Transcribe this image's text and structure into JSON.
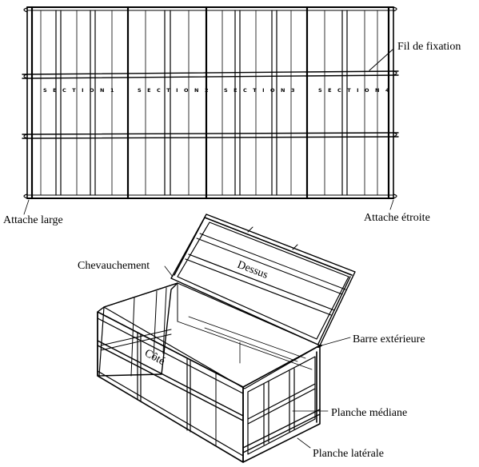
{
  "sections": [
    "S E C T I O N  1",
    "S E C T I O N  2",
    "S E C T I O N  3",
    "S E C T I O N  4"
  ],
  "labels": {
    "fil_de_fixation": "Fil de fixation",
    "attache_large": "Attache large",
    "attache_etroite": "Attache étroite",
    "chevauchement": "Chevauchement",
    "dessus": "Dessus",
    "cote": "Côté",
    "barre_exterieure": "Barre extérieure",
    "planche_mediane": "Planche médiane",
    "planche_laterale": "Planche latérale"
  }
}
